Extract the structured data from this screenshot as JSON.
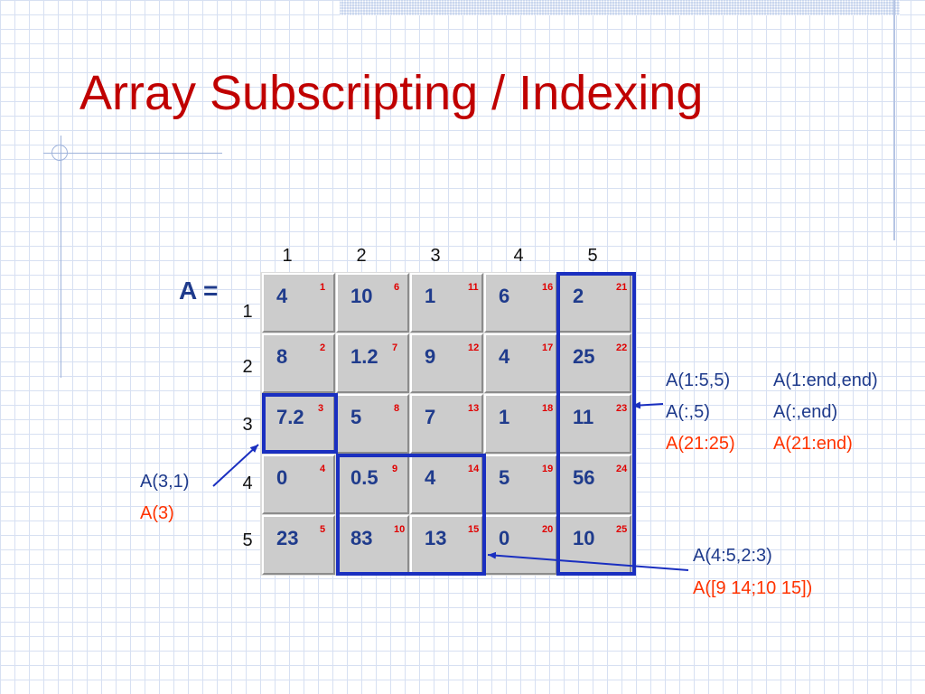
{
  "title": "Array Subscripting / Indexing",
  "matrix_label": "A =",
  "column_indices": [
    "1",
    "2",
    "3",
    "4",
    "5"
  ],
  "row_indices": [
    "1",
    "2",
    "3",
    "4",
    "5"
  ],
  "rows": [
    [
      {
        "value": "4",
        "linear": "1"
      },
      {
        "value": "10",
        "linear": "6"
      },
      {
        "value": "1",
        "linear": "11"
      },
      {
        "value": "6",
        "linear": "16"
      },
      {
        "value": "2",
        "linear": "21"
      }
    ],
    [
      {
        "value": "8",
        "linear": "2"
      },
      {
        "value": "1.2",
        "linear": "7"
      },
      {
        "value": "9",
        "linear": "12"
      },
      {
        "value": "4",
        "linear": "17"
      },
      {
        "value": "25",
        "linear": "22"
      }
    ],
    [
      {
        "value": "7.2",
        "linear": "3"
      },
      {
        "value": "5",
        "linear": "8"
      },
      {
        "value": "7",
        "linear": "13"
      },
      {
        "value": "1",
        "linear": "18"
      },
      {
        "value": "11",
        "linear": "23"
      }
    ],
    [
      {
        "value": "0",
        "linear": "4"
      },
      {
        "value": "0.5",
        "linear": "9"
      },
      {
        "value": "4",
        "linear": "14"
      },
      {
        "value": "5",
        "linear": "19"
      },
      {
        "value": "56",
        "linear": "24"
      }
    ],
    [
      {
        "value": "23",
        "linear": "5"
      },
      {
        "value": "83",
        "linear": "10"
      },
      {
        "value": "13",
        "linear": "15"
      },
      {
        "value": "0",
        "linear": "20"
      },
      {
        "value": "10",
        "linear": "25"
      }
    ]
  ],
  "annotations": {
    "element": {
      "subscript": "A(3,1)",
      "linear": "A(3)"
    },
    "column": {
      "subscript_a": "A(1:5,5)",
      "subscript_b": "A(1:end,end)",
      "colon_a": "A(:,5)",
      "colon_b": "A(:,end)",
      "linear_a": "A(21:25)",
      "linear_b": "A(21:end)"
    },
    "submatrix": {
      "subscript": "A(4:5,2:3)",
      "linear": "A([9 14;10 15])"
    }
  },
  "colors": {
    "title": "#c00000",
    "values": "#1f3b8c",
    "linear_index": "#e00000",
    "highlight": "#1a2fc0",
    "linear_annotation": "#ff3300"
  }
}
